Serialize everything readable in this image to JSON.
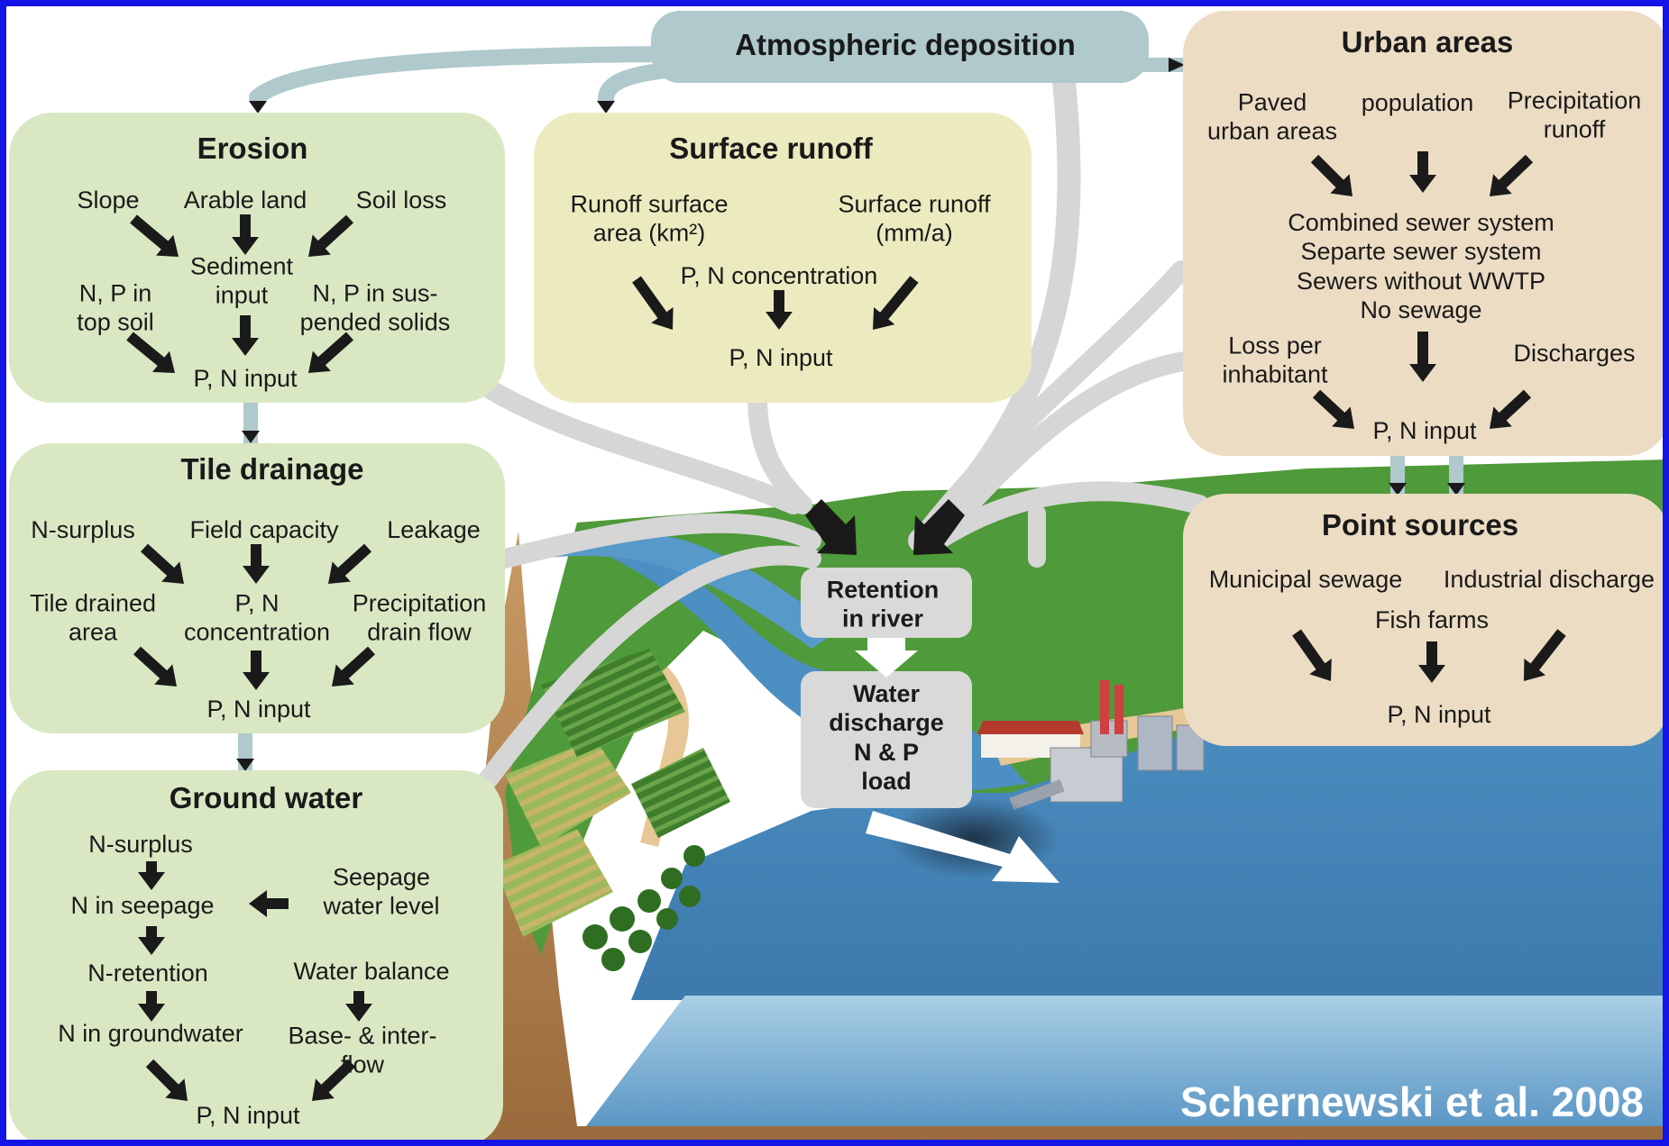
{
  "colors": {
    "frame": "#1414e6",
    "green_box": "#d9e8c3",
    "yellow_box": "#ecebc0",
    "tan_box": "#ecdcc4",
    "atmosphere_box": "#afc9cc",
    "flow_grey": "#d6d6d6",
    "arrow": "#1a1a1a"
  },
  "boxes": {
    "atmospheric": {
      "title": "Atmospheric deposition"
    },
    "erosion": {
      "title": "Erosion",
      "items": [
        "Slope",
        "Arable land",
        "Soil loss",
        "Sediment\ninput",
        "N, P in\ntop soil",
        "N, P in sus-\npended solids",
        "P, N input"
      ]
    },
    "surface_runoff": {
      "title": "Surface runoff",
      "items": [
        "Runoff surface\narea (km²)",
        "Surface runoff\n(mm/a)",
        "P, N concentration",
        "P, N input"
      ]
    },
    "urban": {
      "title": "Urban areas",
      "items": [
        "Paved\nurban areas",
        "population",
        "Precipitation\nrunoff",
        "Combined sewer system\nSeparte sewer system\nSewers without WWTP\nNo sewage",
        "Loss per\ninhabitant",
        "Discharges",
        "P, N input"
      ]
    },
    "tile_drainage": {
      "title": "Tile drainage",
      "items": [
        "N-surplus",
        "Field capacity",
        "Leakage",
        "Tile drained\narea",
        "P, N\nconcentration",
        "Precipitation\ndrain flow",
        "P, N input"
      ]
    },
    "point_sources": {
      "title": "Point sources",
      "items": [
        "Municipal sewage",
        "Industrial discharge",
        "Fish farms",
        "P, N input"
      ]
    },
    "ground_water": {
      "title": "Ground water",
      "items": [
        "N-surplus",
        "N in seepage",
        "Seepage\nwater level",
        "N-retention",
        "Water balance",
        "N in groundwater",
        "Base- & inter-\nflow",
        "P, N input"
      ]
    },
    "retention": {
      "label": "Retention\nin river"
    },
    "discharge": {
      "label": "Water\ndischarge\nN & P\nload"
    }
  },
  "credit": "Schernewski et al. 2008"
}
